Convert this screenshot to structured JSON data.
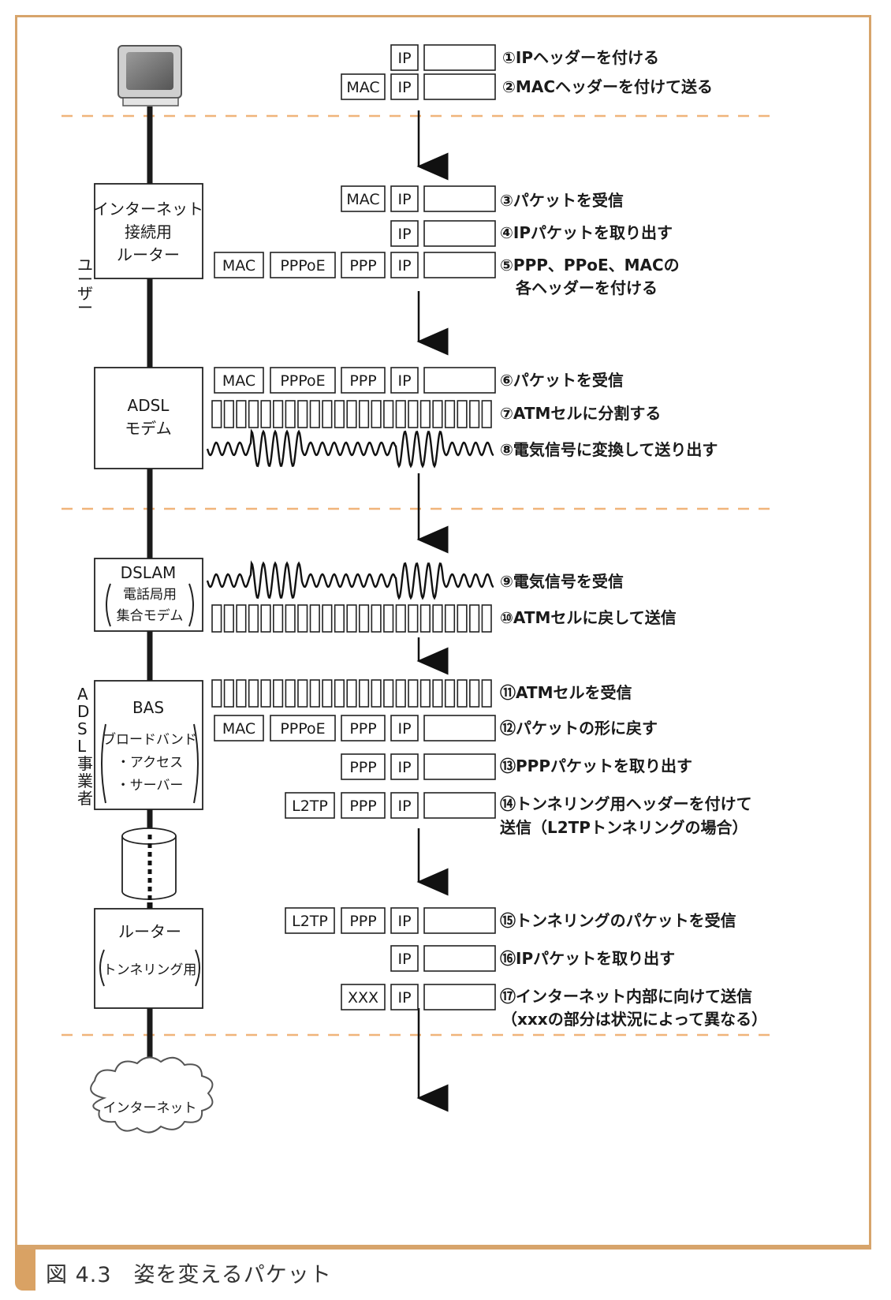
{
  "caption": "図 4.3　姿を変えるパケット",
  "side_labels": {
    "user": "ユーザー",
    "adsl_provider": "ADSL事業者"
  },
  "devices": {
    "router_lines": [
      "インターネット",
      "接続用",
      "ルーター"
    ],
    "adsl_modem_lines": [
      "ADSL",
      "モデム"
    ],
    "dslam_title": "DSLAM",
    "dslam_sub_lines": [
      "電話局用",
      "集合モデム"
    ],
    "bas_title": "BAS",
    "bas_sub_lines": [
      "ブロードバンド",
      "・アクセス",
      "・サーバー"
    ],
    "tunnel_router_title": "ルーター",
    "tunnel_router_sub": "トンネリング用",
    "internet": "インターネット"
  },
  "header_labels": {
    "ip": "IP",
    "mac": "MAC",
    "pppoe": "PPPoE",
    "ppp": "PPP",
    "l2tp": "L2TP",
    "xxx": "XXX"
  },
  "steps": [
    "①IPヘッダーを付ける",
    "②MACヘッダーを付けて送る",
    "③パケットを受信",
    "④IPパケットを取り出す",
    "⑤PPP、PPoE、MACの",
    "各ヘッダーを付ける",
    "⑥パケットを受信",
    "⑦ATMセルに分割する",
    "⑧電気信号に変換して送り出す",
    "⑨電気信号を受信",
    "⑩ATMセルに戻して送信",
    "⑪ATMセルを受信",
    "⑫パケットの形に戻す",
    "⑬PPPパケットを取り出す",
    "⑭トンネリング用ヘッダーを付けて",
    "送信（L2TPトンネリングの場合）",
    "⑮トンネリングのパケットを受信",
    "⑯IPパケットを取り出す",
    "⑰インターネット内部に向けて送信",
    "（xxxの部分は状況によって異なる）"
  ],
  "colors": {
    "frame": "#d7a46b",
    "dashed": "#f0b47a",
    "caption_tab": "#d9a264",
    "line": "#1a1a1a"
  },
  "icons": [
    "computer-icon",
    "internet-cloud-icon",
    "tunnel-cylinder-icon"
  ]
}
